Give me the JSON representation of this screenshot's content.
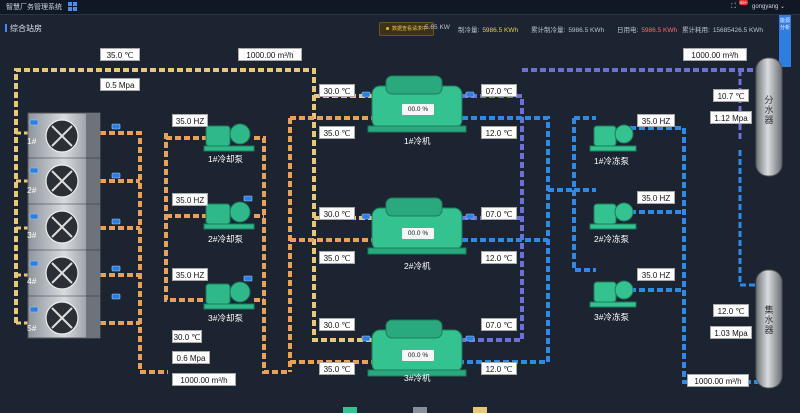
{
  "app": {
    "title": "智慧厂务管理系统",
    "user": "gongyang",
    "badge": "99+"
  },
  "page": {
    "title": "综合站房"
  },
  "alarm": {
    "text": "数据查看请求中"
  },
  "stats": {
    "power_value": "5.65 KW",
    "cold_label": "制冷量:",
    "cold_value": "5986.5 KWh",
    "total_cold_label": "累计制冷量:",
    "total_cold_value": "5986.5 KWh",
    "daily_label": "日用电:",
    "daily_value": "5986.5 KWh",
    "total_power_label": "累计耗用:",
    "total_power_value": "15685426.5 KWh"
  },
  "side_tab": "能源分析",
  "towers": {
    "labels": [
      "1#",
      "2#",
      "3#",
      "4#",
      "5#"
    ],
    "top_temp": "35.0 ℃",
    "top_flow": "1000.00 m³/h",
    "top_pressure": "0.5 Mpa",
    "return_temp": "30.0 ℃",
    "return_pressure": "0.6 Mpa",
    "return_flow": "1000.00 m³/h"
  },
  "cooling_pumps": [
    {
      "name": "1#冷却泵",
      "freq": "35.0 HZ"
    },
    {
      "name": "2#冷却泵",
      "freq": "35.0 HZ"
    },
    {
      "name": "3#冷却泵",
      "freq": "35.0 HZ"
    }
  ],
  "chillers": [
    {
      "name": "1#冷机",
      "load": "00.0 %",
      "cw_in": "30.0 ℃",
      "cw_out": "35.0 ℃",
      "chw_out": "07.0 ℃",
      "chw_in": "12.0 ℃"
    },
    {
      "name": "2#冷机",
      "load": "00.0 %",
      "cw_in": "30.0 ℃",
      "cw_out": "35.0 ℃",
      "chw_out": "07.0 ℃",
      "chw_in": "12.0 ℃"
    },
    {
      "name": "3#冷机",
      "load": "00.0 %",
      "cw_in": "30.0 ℃",
      "cw_out": "35.0 ℃",
      "chw_out": "07.0 ℃",
      "chw_in": "12.0 ℃"
    }
  ],
  "chilled_pumps": [
    {
      "name": "1#冷冻泵",
      "freq": "35.0 HZ"
    },
    {
      "name": "2#冷冻泵",
      "freq": "35.0 HZ"
    },
    {
      "name": "3#冷冻泵",
      "freq": "35.0 HZ"
    }
  ],
  "supply_header": {
    "name": "分水器",
    "flow": "1000.00 m³/h",
    "temp": "10.7 ℃",
    "pressure": "1.12 Mpa"
  },
  "return_header": {
    "name": "集水器",
    "temp": "12.0 ℃",
    "pressure": "1.03 Mpa",
    "flow": "1000.00 m³/h"
  },
  "colors": {
    "hot_pipe": "#e8a15a",
    "warm_pipe": "#e7c77a",
    "chilled_pipe": "#2f8ae6",
    "chilled_return": "#6f6fd8",
    "machine": "#2fb98a",
    "accent": "#3d8bff"
  }
}
